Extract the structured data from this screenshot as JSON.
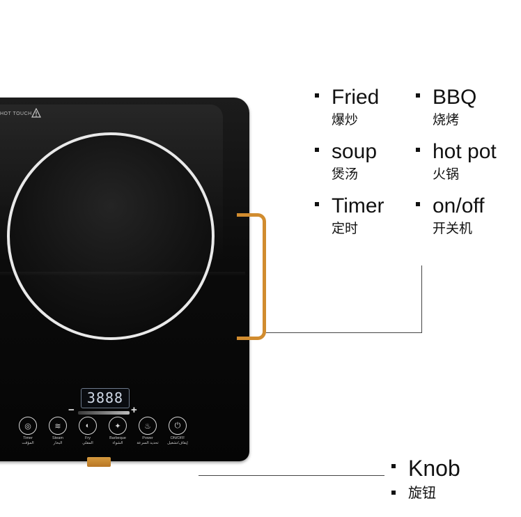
{
  "product": {
    "brand_text": "HOT TOUCH",
    "display_value": "3888",
    "minus_symbol": "−",
    "plus_symbol": "+",
    "buttons": [
      {
        "label": "Timer\nالمؤقت",
        "icon": "timer-icon"
      },
      {
        "label": "Steam\nالبخار",
        "icon": "steam-icon"
      },
      {
        "label": "Fry\nالمقلي",
        "icon": "fry-icon"
      },
      {
        "label": "Barbeque\nالشواء",
        "icon": "barbeque-icon"
      },
      {
        "label": "Power\nتحديد السرعة",
        "icon": "power-level-icon"
      },
      {
        "label": "ON/OFF\nإيقاف/تشغيل",
        "icon": "power-icon"
      }
    ],
    "colors": {
      "glass": "#0b0b0b",
      "burner_ring": "#e9e9e9",
      "handle": "#d18c2f"
    }
  },
  "features": [
    {
      "en": "Fried",
      "zh": "爆炒"
    },
    {
      "en": "BBQ",
      "zh": "烧烤"
    },
    {
      "en": "soup",
      "zh": "煲汤"
    },
    {
      "en": "hot pot",
      "zh": "火锅"
    },
    {
      "en": "Timer",
      "zh": "定时"
    },
    {
      "en": "on/off",
      "zh": "开关机"
    }
  ],
  "knob": {
    "en": "Knob",
    "zh": "旋钮"
  }
}
